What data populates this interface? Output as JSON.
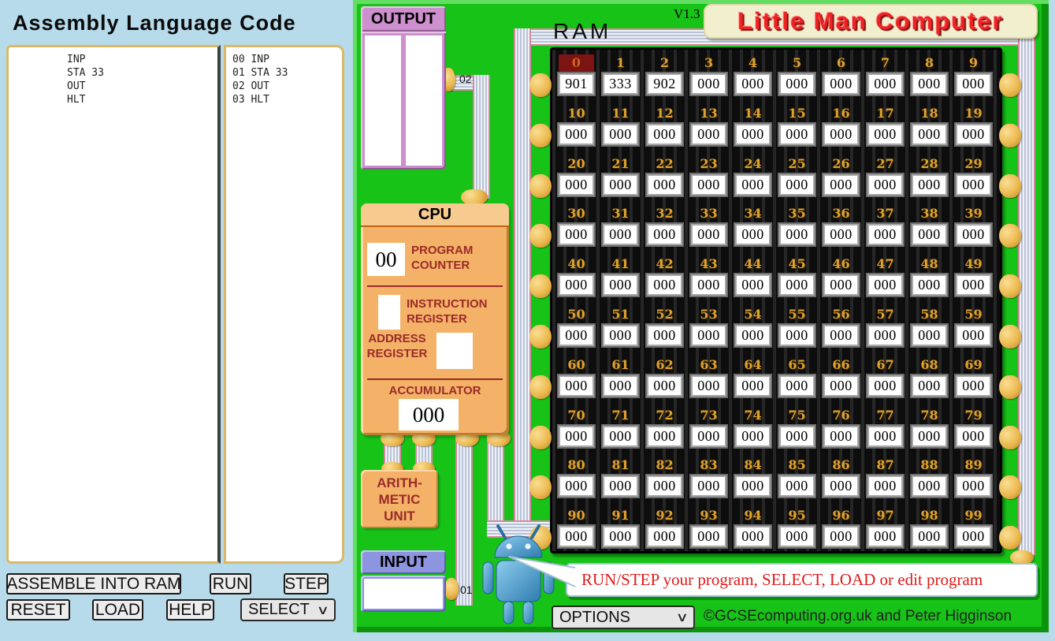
{
  "header": {
    "version": "V1.3",
    "title": "Little Man Computer",
    "ram_label": "RAM"
  },
  "assembly": {
    "title": "Assembly Language Code",
    "source_lines": [
      "INP",
      "STA 33",
      "OUT",
      "HLT"
    ],
    "listing_lines": [
      "00 INP",
      "01 STA 33",
      "02 OUT",
      "03 HLT"
    ]
  },
  "controls": {
    "assemble": "ASSEMBLE INTO RAM",
    "run": "RUN",
    "step": "STEP",
    "reset": "RESET",
    "load": "LOAD",
    "help": "HELP",
    "select": "SELECT",
    "options": "OPTIONS"
  },
  "output_box": {
    "label": "OUTPUT",
    "columns": [
      "",
      ""
    ]
  },
  "cpu": {
    "label": "CPU",
    "program_counter": {
      "label": [
        "PROGRAM",
        "COUNTER"
      ],
      "value": "00"
    },
    "instruction_register": {
      "label": [
        "INSTRUCTION",
        "REGISTER"
      ],
      "value": ""
    },
    "address_register": {
      "label": [
        "ADDRESS",
        "REGISTER"
      ],
      "value": ""
    },
    "accumulator": {
      "label": "ACCUMULATOR",
      "value": "000"
    }
  },
  "alu": {
    "lines": [
      "ARITH-",
      "METIC",
      "UNIT"
    ]
  },
  "input_box": {
    "label": "INPUT",
    "value": ""
  },
  "wire_labels": {
    "output_wire": "02",
    "input_wire": "01"
  },
  "ram": {
    "highlighted_address": "0",
    "rows": [
      {
        "addresses": [
          "0",
          "1",
          "2",
          "3",
          "4",
          "5",
          "6",
          "7",
          "8",
          "9"
        ],
        "values": [
          "901",
          "333",
          "902",
          "000",
          "000",
          "000",
          "000",
          "000",
          "000",
          "000"
        ]
      },
      {
        "addresses": [
          "10",
          "11",
          "12",
          "13",
          "14",
          "15",
          "16",
          "17",
          "18",
          "19"
        ],
        "values": [
          "000",
          "000",
          "000",
          "000",
          "000",
          "000",
          "000",
          "000",
          "000",
          "000"
        ]
      },
      {
        "addresses": [
          "20",
          "21",
          "22",
          "23",
          "24",
          "25",
          "26",
          "27",
          "28",
          "29"
        ],
        "values": [
          "000",
          "000",
          "000",
          "000",
          "000",
          "000",
          "000",
          "000",
          "000",
          "000"
        ]
      },
      {
        "addresses": [
          "30",
          "31",
          "32",
          "33",
          "34",
          "35",
          "36",
          "37",
          "38",
          "39"
        ],
        "values": [
          "000",
          "000",
          "000",
          "000",
          "000",
          "000",
          "000",
          "000",
          "000",
          "000"
        ]
      },
      {
        "addresses": [
          "40",
          "41",
          "42",
          "43",
          "44",
          "45",
          "46",
          "47",
          "48",
          "49"
        ],
        "values": [
          "000",
          "000",
          "000",
          "000",
          "000",
          "000",
          "000",
          "000",
          "000",
          "000"
        ]
      },
      {
        "addresses": [
          "50",
          "51",
          "52",
          "53",
          "54",
          "55",
          "56",
          "57",
          "58",
          "59"
        ],
        "values": [
          "000",
          "000",
          "000",
          "000",
          "000",
          "000",
          "000",
          "000",
          "000",
          "000"
        ]
      },
      {
        "addresses": [
          "60",
          "61",
          "62",
          "63",
          "64",
          "65",
          "66",
          "67",
          "68",
          "69"
        ],
        "values": [
          "000",
          "000",
          "000",
          "000",
          "000",
          "000",
          "000",
          "000",
          "000",
          "000"
        ]
      },
      {
        "addresses": [
          "70",
          "71",
          "72",
          "73",
          "74",
          "75",
          "76",
          "77",
          "78",
          "79"
        ],
        "values": [
          "000",
          "000",
          "000",
          "000",
          "000",
          "000",
          "000",
          "000",
          "000",
          "000"
        ]
      },
      {
        "addresses": [
          "80",
          "81",
          "82",
          "83",
          "84",
          "85",
          "86",
          "87",
          "88",
          "89"
        ],
        "values": [
          "000",
          "000",
          "000",
          "000",
          "000",
          "000",
          "000",
          "000",
          "000",
          "000"
        ]
      },
      {
        "addresses": [
          "90",
          "91",
          "92",
          "93",
          "94",
          "95",
          "96",
          "97",
          "98",
          "99"
        ],
        "values": [
          "000",
          "000",
          "000",
          "000",
          "000",
          "000",
          "000",
          "000",
          "000",
          "000"
        ]
      }
    ]
  },
  "status_bubble": {
    "message": "RUN/STEP your program, SELECT, LOAD or edit program"
  },
  "footer": {
    "credit": "©GCSEcomputing.org.uk and Peter Higginson"
  },
  "colors": {
    "board_green": "#17c317",
    "accent_red": "#e01818",
    "title_red": "#ee2222",
    "ram_gold": "#e2a22e",
    "ram_highlight": "#7c1414",
    "cpu_orange": "#f3b267",
    "output_purple": "#cd8fcd",
    "input_blue": "#8d94e0",
    "page_blue": "#b7dbea"
  }
}
